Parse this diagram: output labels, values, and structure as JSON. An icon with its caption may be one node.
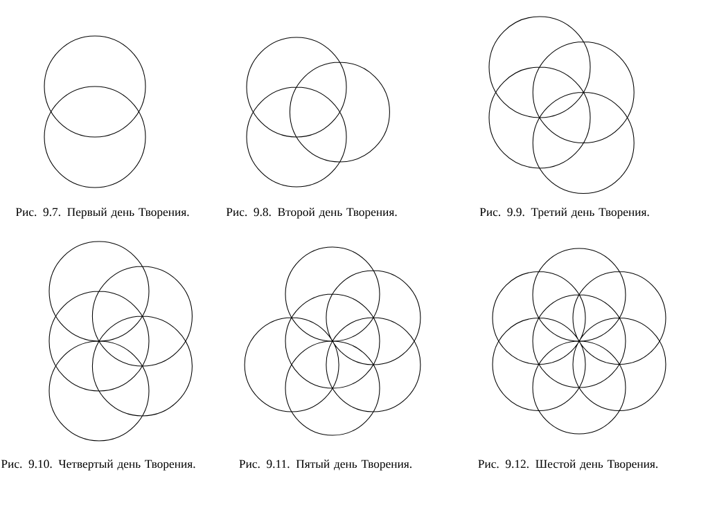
{
  "diagram": {
    "labels": [
      "Рис. 9.7. Первый день Творения.",
      "Рис. 9.8. Второй день Творения.",
      "Рис. 9.9. Третий день Творения.",
      "Рис. 9.10. Четвертый день Творения.",
      "Рис. 9.11. Пятый день Творения.",
      "Рис. 9.12. Шестой день Творения."
    ]
  }
}
